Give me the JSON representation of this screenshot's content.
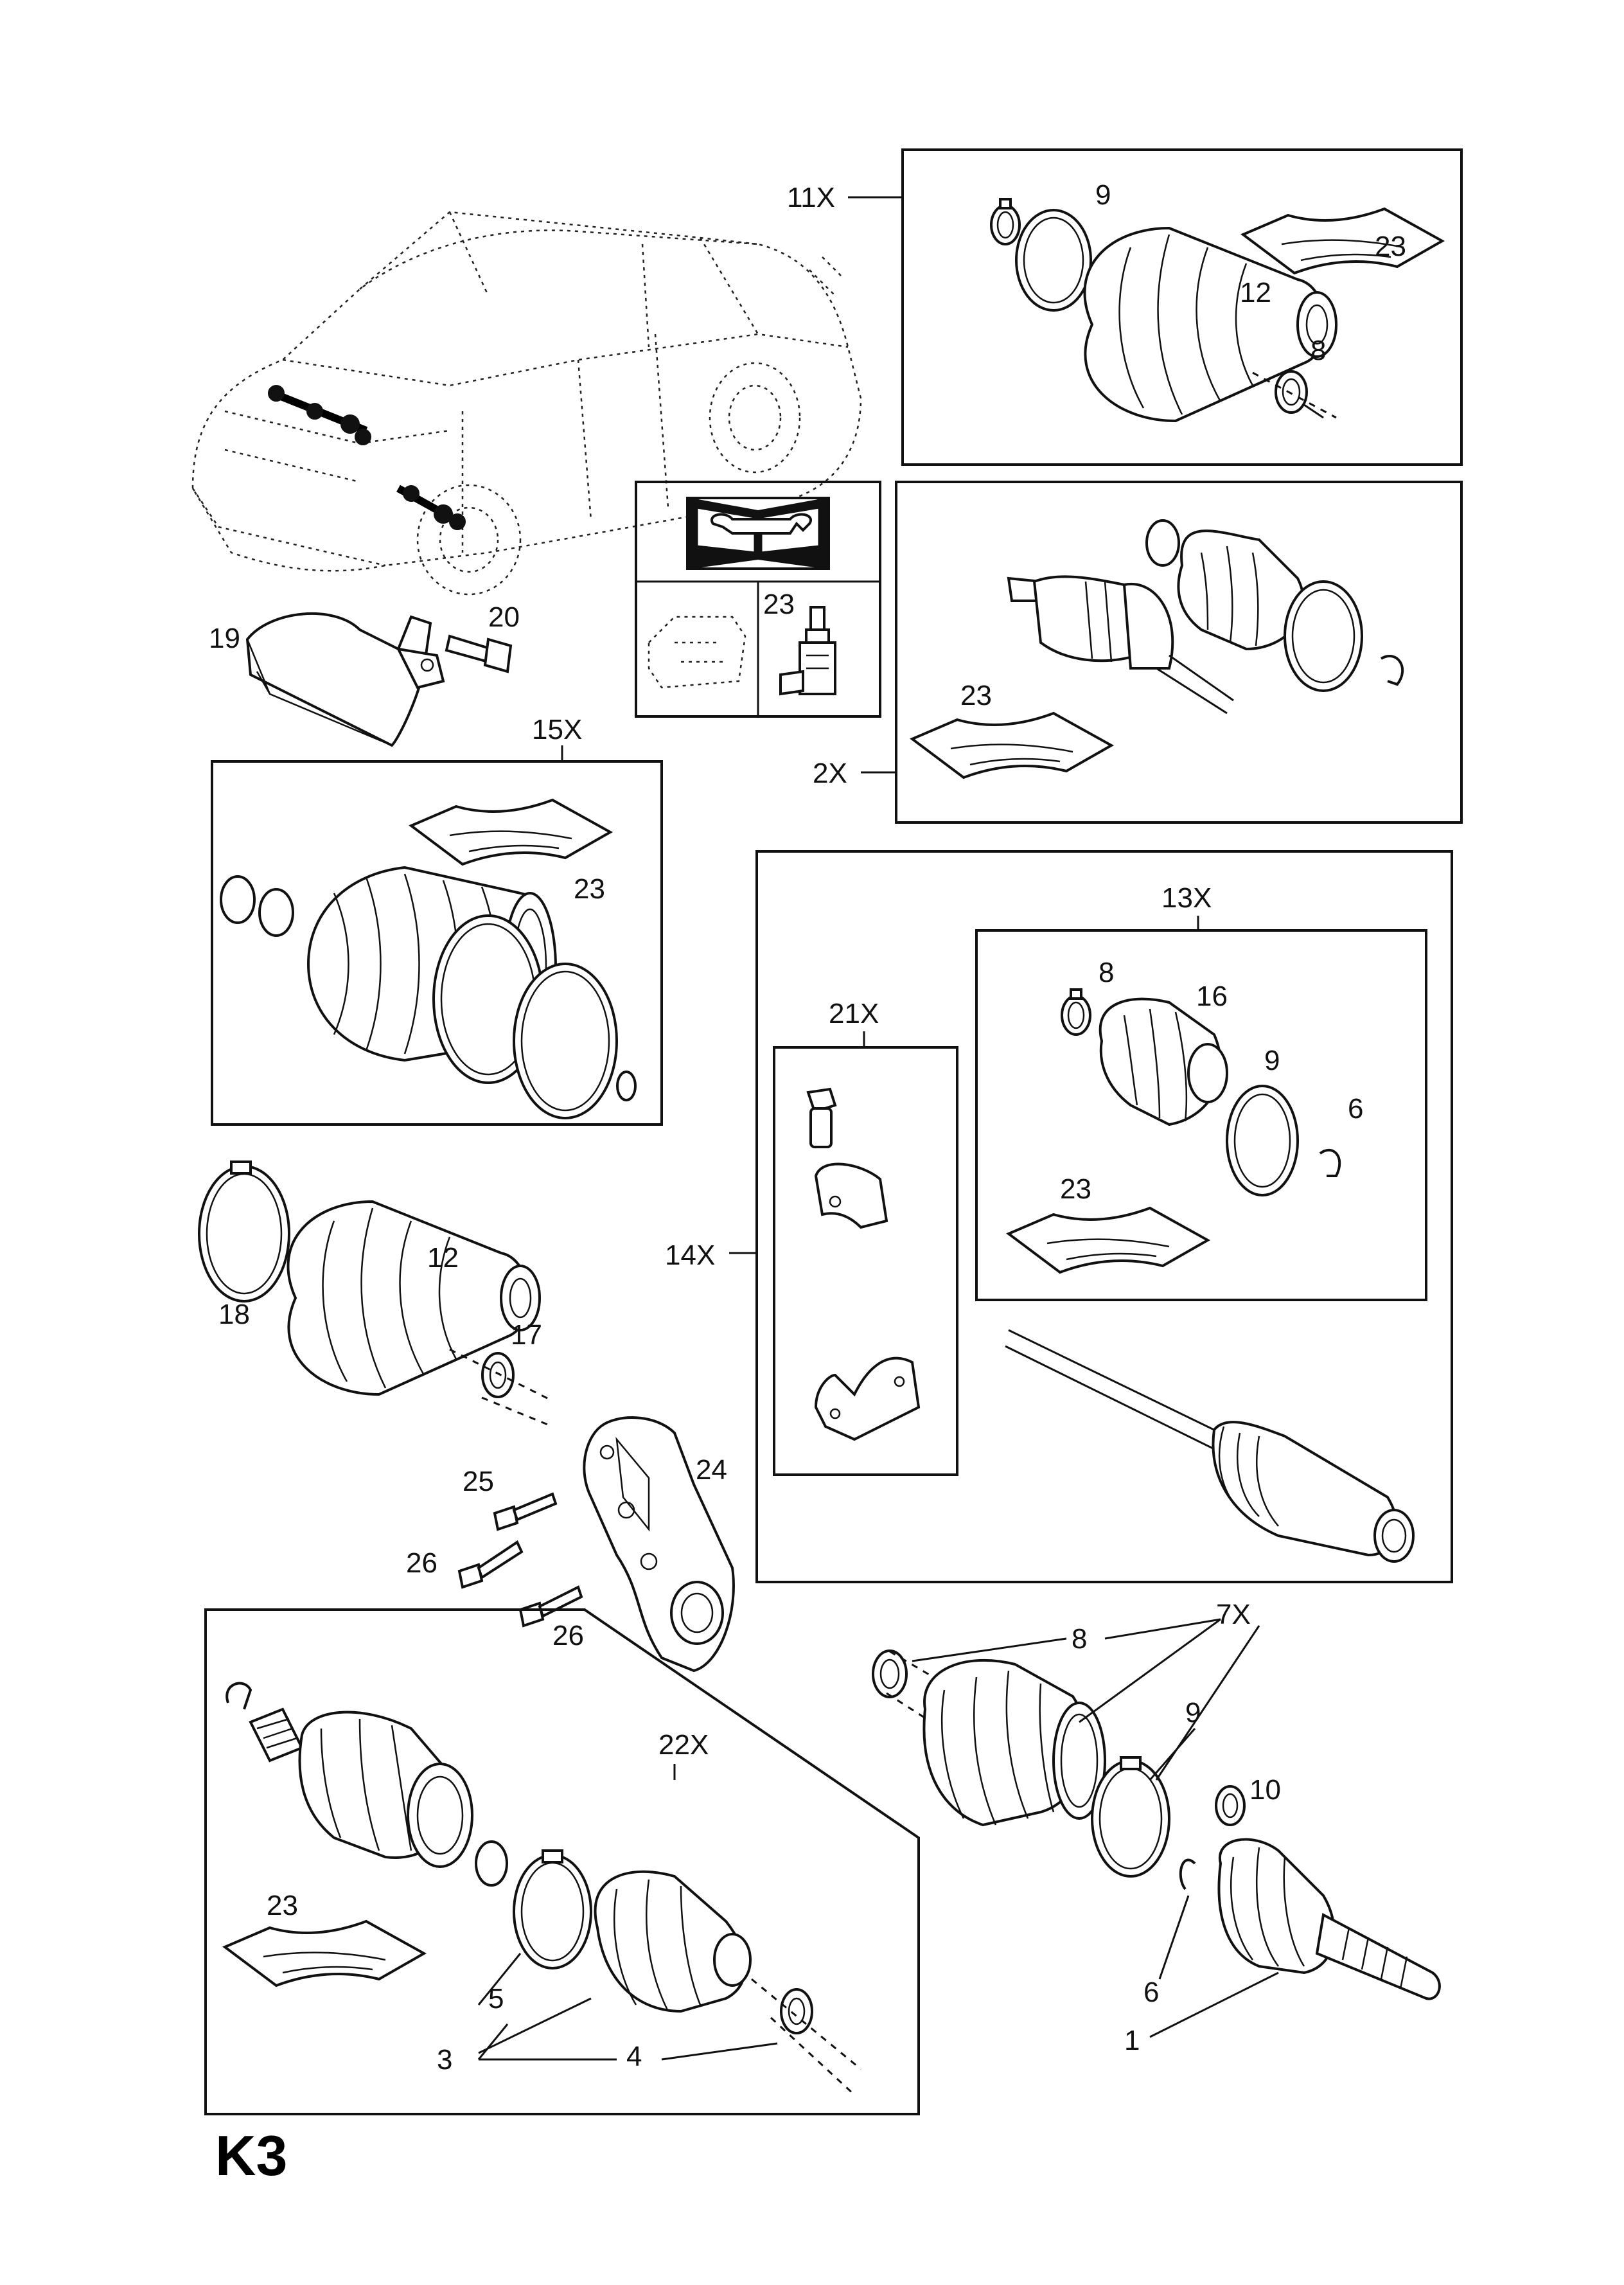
{
  "page_code": "K3",
  "callouts": {
    "c11x": "11X",
    "c11x_9": "9",
    "c11x_23": "23",
    "c11x_12": "12",
    "c11x_8": "8",
    "c2x": "2X",
    "c2x_23": "23",
    "c19": "19",
    "c20": "20",
    "c_info_23": "23",
    "c15x": "15X",
    "c15x_23": "23",
    "c13x": "13X",
    "c13x_8": "8",
    "c13x_16": "16",
    "c13x_9": "9",
    "c13x_6": "6",
    "c13x_23": "23",
    "c21x": "21X",
    "c14x": "14X",
    "c12": "12",
    "c18": "18",
    "c17": "17",
    "c24": "24",
    "c25": "25",
    "c26a": "26",
    "c26b": "26",
    "c22x": "22X",
    "c22x_23": "23",
    "c5": "5",
    "c3": "3",
    "c4": "4",
    "c7x": "7X",
    "c7x_8": "8",
    "c7x_9": "9",
    "c10": "10",
    "c6b": "6",
    "c1": "1"
  }
}
